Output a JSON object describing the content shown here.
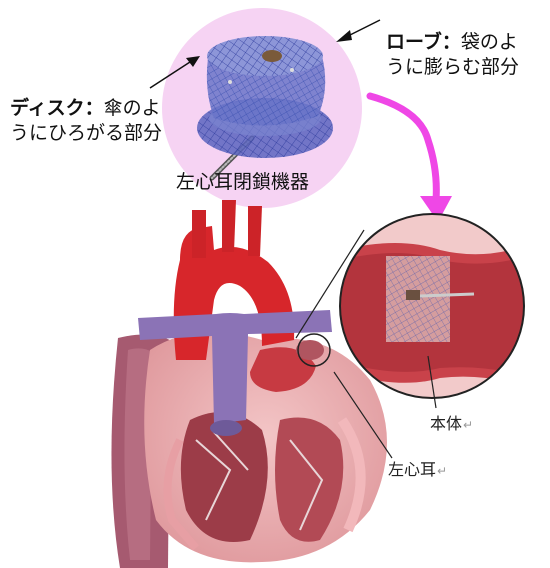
{
  "labels": {
    "lobe_title": "ローブ：",
    "lobe_desc_1": "袋のよ",
    "lobe_desc_2": "うに膨らむ部分",
    "disc_title": "ディスク：",
    "disc_desc_1": "傘のよ",
    "disc_desc_2": "うにひろがる部分",
    "device_caption": "左心耳閉鎖機器",
    "body": "本体",
    "left_atrial_appendage": "左心耳",
    "return_mark": "↵"
  },
  "colors": {
    "highlight_circle": "#f6d3f3",
    "pointer_arrow": "#ef47e6",
    "device_mesh": "#3f4aa8",
    "aorta": "#d7262b",
    "vessels_purple": "#8b73b6",
    "muscle": "#e8a6a9"
  }
}
